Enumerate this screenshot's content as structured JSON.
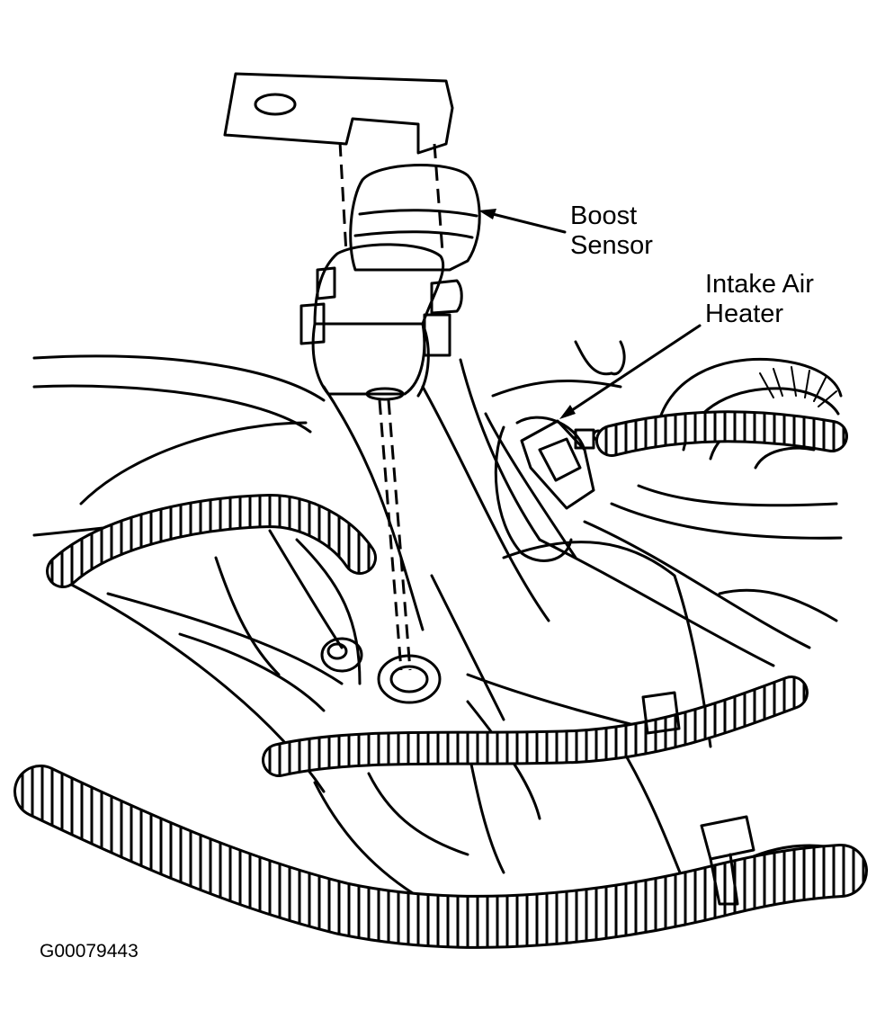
{
  "labels": {
    "boost_line1": "Boost",
    "boost_line2": "Sensor",
    "heater_line1": "Intake Air",
    "heater_line2": "Heater"
  },
  "figure_code": "G00079443",
  "colors": {
    "ink": "#000000",
    "background": "#ffffff"
  }
}
